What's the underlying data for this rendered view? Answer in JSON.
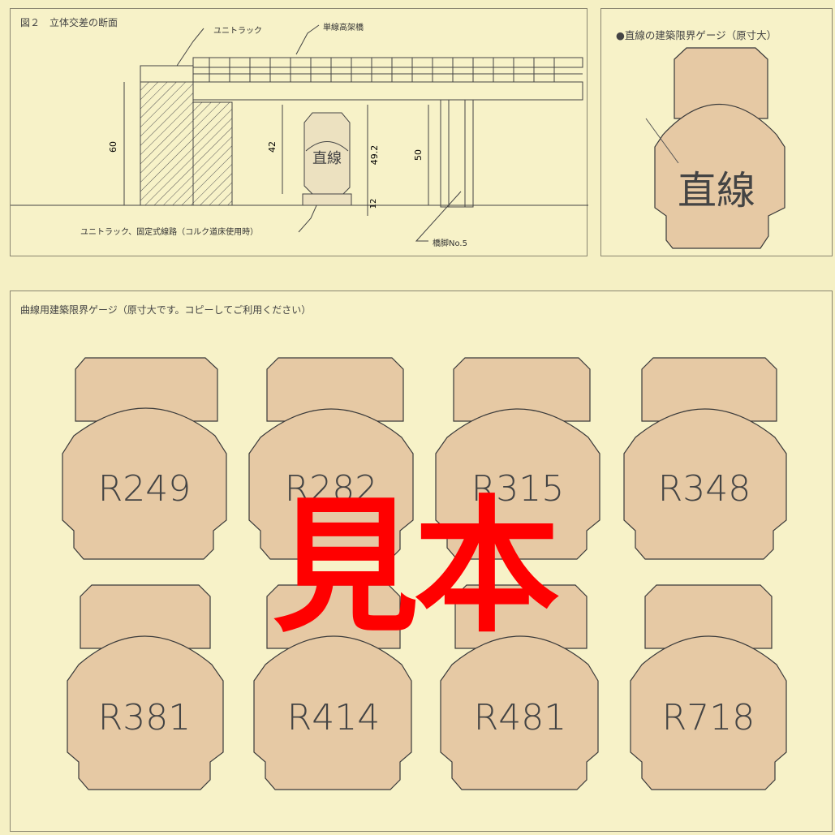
{
  "figure2": {
    "title": "図２　立体交差の断面",
    "label_unitrack": "ユニトラック",
    "label_viaduct": "単線高架橋",
    "label_bottom": "ユニトラック、固定式線路（コルク道床使用時）",
    "label_pier": "橋脚No.5",
    "gauge_text": "直線",
    "dims": [
      "60",
      "42",
      "49.2",
      "50",
      "12"
    ]
  },
  "straight_gauge": {
    "title": "●直線の建築限界ゲージ（原寸大）",
    "label": "直線"
  },
  "curve_gauges": {
    "title": "曲線用建築限界ゲージ（原寸大です。コピーしてご利用ください）",
    "labels": [
      "R249",
      "R282",
      "R315",
      "R348",
      "R381",
      "R414",
      "R481",
      "R718"
    ]
  },
  "watermark": "見本",
  "colors": {
    "paper": "#f5f0c4",
    "gauge_fill": "#e6c9a4",
    "line": "#3a3a3a",
    "watermark": "#ff0000"
  }
}
